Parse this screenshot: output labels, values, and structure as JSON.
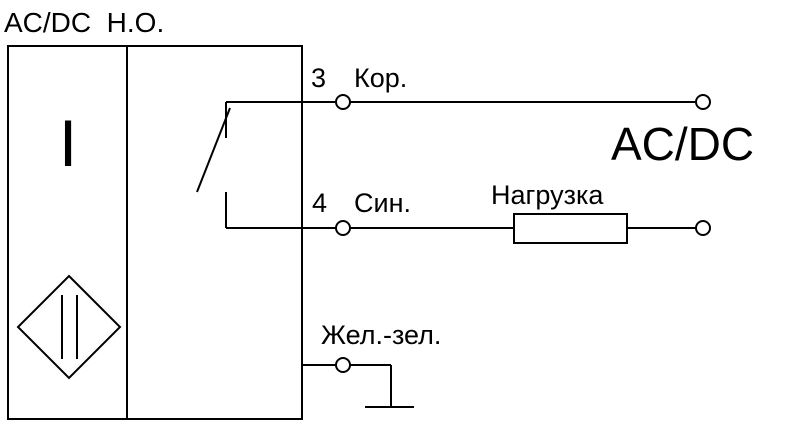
{
  "diagram": {
    "title": "AC/DC  Н.О.",
    "sensor_symbol": "I",
    "terminals": {
      "pin3_number": "3",
      "pin3_label": "Кор.",
      "pin4_number": "4",
      "pin4_label": "Син.",
      "ground_label": "Жел.-зел."
    },
    "supply_label": "AC/DC",
    "load_label": "Нагрузка"
  },
  "colors": {
    "line": "#000000",
    "background": "#ffffff"
  },
  "icons": [
    "inductive-sensor-icon",
    "switch-contact-icon",
    "ground-icon",
    "load-resistor-icon"
  ]
}
